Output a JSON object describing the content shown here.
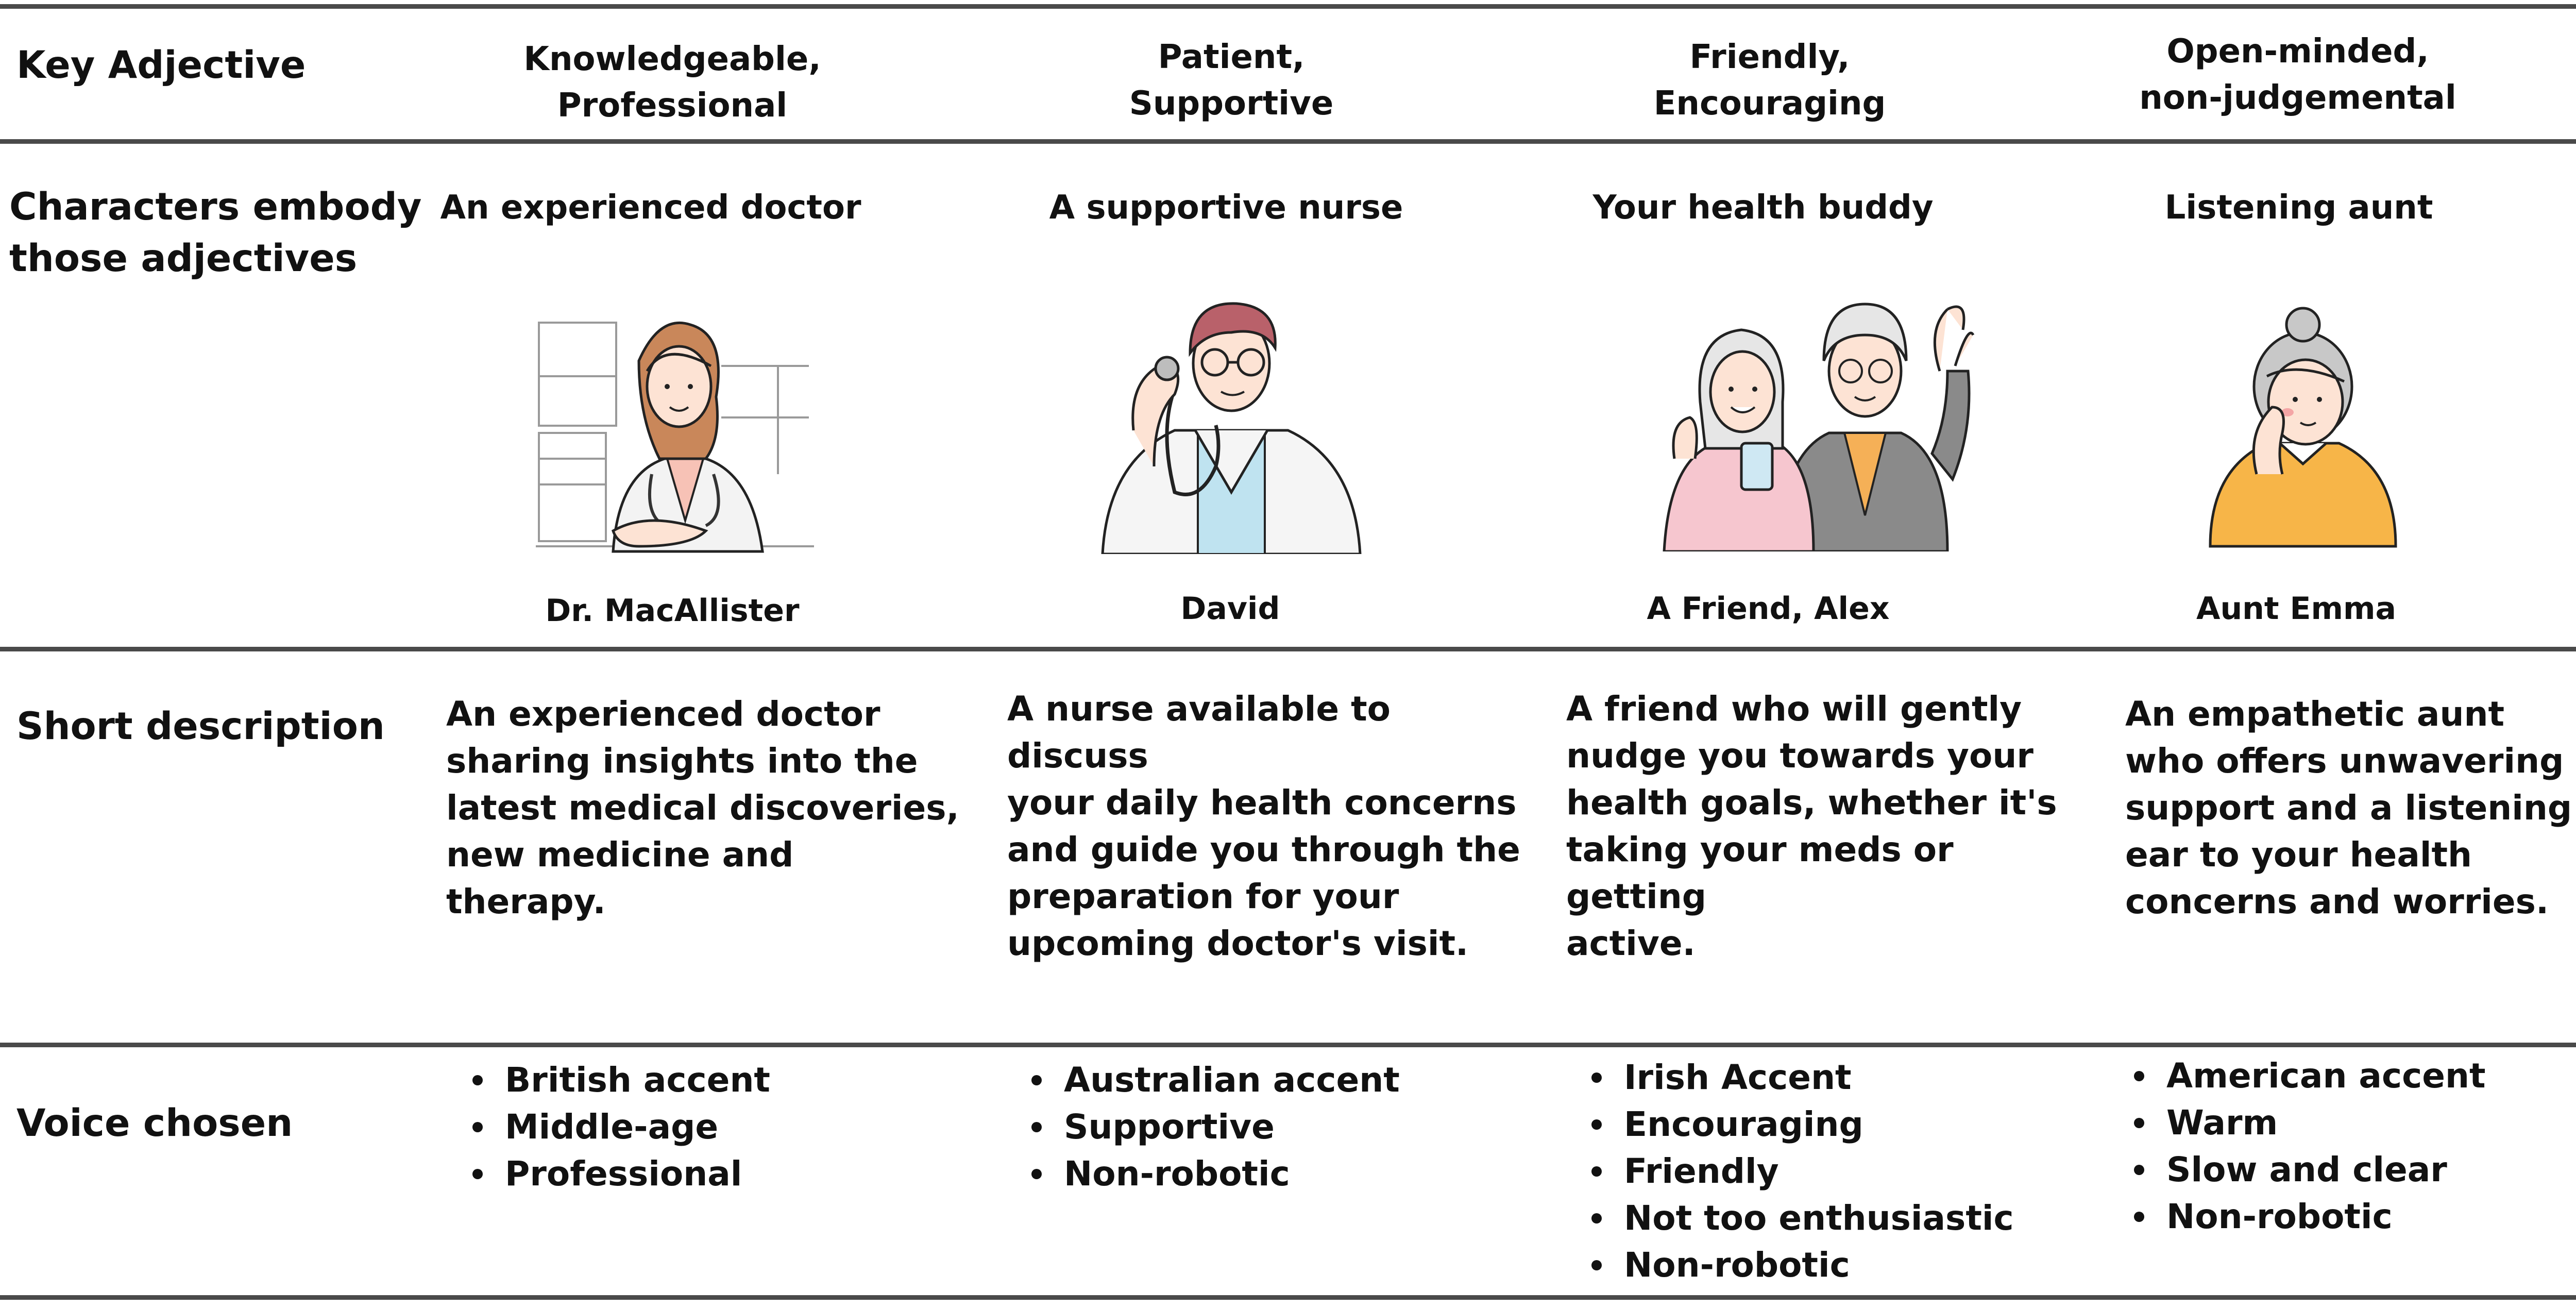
{
  "rows": {
    "key_adjective": "Key Adjective",
    "characters": [
      "Characters embody",
      "those adjectives"
    ],
    "short_description": "Short description",
    "voice_chosen": "Voice chosen"
  },
  "columns": [
    {
      "adjectives": [
        "Knowledgeable,",
        "Professional"
      ],
      "character": "An experienced doctor",
      "name": "Dr.  MacAllister",
      "description": [
        "An experienced doctor",
        "sharing insights into the",
        "latest medical discoveries,",
        "new medicine and therapy."
      ],
      "voice": [
        "British accent",
        "Middle-age",
        "Professional"
      ]
    },
    {
      "adjectives": [
        "Patient,",
        "Supportive"
      ],
      "character": "A supportive nurse",
      "name": "David",
      "description": [
        "A nurse available to discuss",
        "your daily health concerns",
        "and guide you through the",
        "preparation for your",
        "upcoming doctor's visit."
      ],
      "voice": [
        "Australian accent",
        "Supportive",
        "Non-robotic"
      ]
    },
    {
      "adjectives": [
        "Friendly,",
        "Encouraging"
      ],
      "character": "Your health buddy",
      "name": "A Friend, Alex",
      "description": [
        "A friend who will gently",
        "nudge you towards your",
        "health goals, whether it's",
        "taking your meds or getting",
        "active."
      ],
      "voice": [
        "Irish Accent",
        "Encouraging",
        "Friendly",
        "Not too enthusiastic",
        "Non-robotic"
      ]
    },
    {
      "adjectives": [
        "Open-minded,",
        "non-judgemental"
      ],
      "character": "Listening aunt",
      "name": "Aunt Emma",
      "description": [
        "An empathetic aunt",
        "who offers unwavering",
        "support and a listening",
        "ear to your health",
        "concerns and worries."
      ],
      "voice": [
        "American accent",
        "Warm",
        "Slow and clear",
        "Non-robotic"
      ]
    }
  ],
  "colors": {
    "rule": "#4a4a4a",
    "skin": "#fde3d4",
    "doctor_hair": "#c9875a",
    "doctor_shirt": "#f7c2b6",
    "nurse_hair": "#b9616a",
    "nurse_scrubs": "#bfe3f0",
    "friend_pink": "#f6c6cf",
    "friend_gray_coat": "#8a8a8a",
    "friend_shirt": "#f5b057",
    "aunt_sweater": "#f7b548",
    "aunt_hair": "#c8c8c8"
  }
}
